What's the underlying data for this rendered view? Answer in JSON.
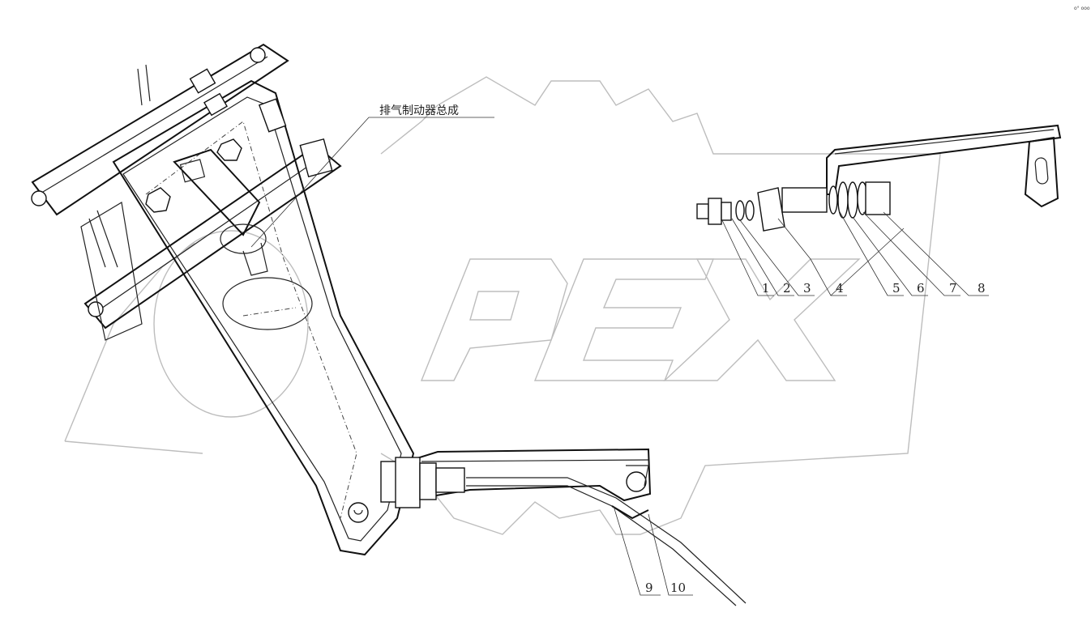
{
  "diagram": {
    "assembly_label": "排气制动器总成",
    "watermark": "OPEX",
    "corner_mark": "o° ooo",
    "part_numbers": [
      "1",
      "2",
      "3",
      "4",
      "5",
      "6",
      "7",
      "8",
      "9",
      "10"
    ]
  }
}
